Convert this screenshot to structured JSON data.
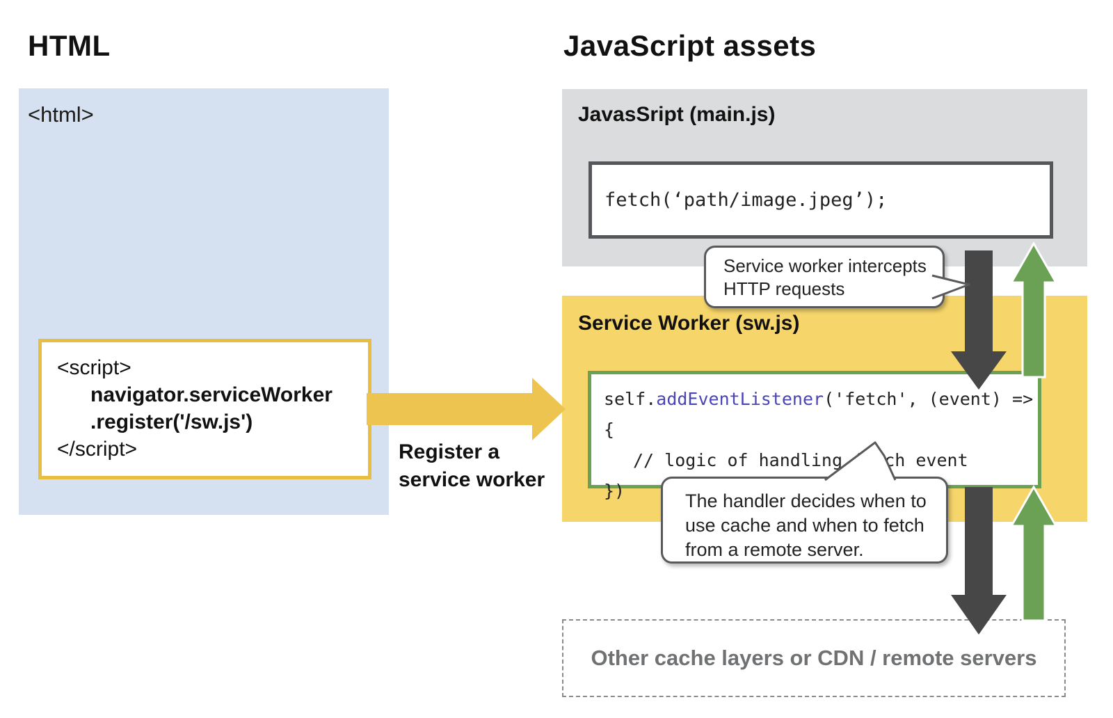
{
  "left": {
    "title": "HTML",
    "html_tag": "<html>",
    "script_block": {
      "open": "<script>",
      "line1": "navigator.serviceWorker",
      "line2": ".register('/sw.js')",
      "close": "</script>"
    },
    "register_label": {
      "line1": "Register a",
      "line2": "service worker"
    }
  },
  "right": {
    "title": "JavaScript assets",
    "mainjs": {
      "header": "JavasSript (main.js)",
      "code": "fetch(‘path/image.jpeg’);"
    },
    "bubble_intercept": {
      "line1": "Service worker intercepts",
      "line2": "HTTP requests"
    },
    "service_worker": {
      "header": "Service Worker (sw.js)",
      "code_line1_pre": "self.",
      "code_line1_fn": "addEventListener",
      "code_line1_post": "('fetch', (event) => {",
      "code_line2": "// logic of handling fetch event",
      "code_line3": "})"
    },
    "bubble_handler": {
      "line1": "The handler decides when to",
      "line2": "use cache and when to fetch",
      "line3": "from a remote server."
    },
    "cache_layer": {
      "label": "Other cache layers or CDN / remote servers"
    }
  },
  "colors": {
    "blue_panel": "#D5E1F1",
    "gray_panel": "#DBDCDD",
    "yellow_panel": "#F6D56A",
    "gold": "#E8BE41",
    "gold_arrow": "#ECC44F",
    "green": "#6BA154",
    "dark_arrow": "#474747",
    "code_border_dark": "#55575A",
    "bubble_border": "#58595B",
    "purple": "#4A44B5",
    "muted_text": "#6F7173",
    "dashed_border": "#8A8A8A"
  }
}
